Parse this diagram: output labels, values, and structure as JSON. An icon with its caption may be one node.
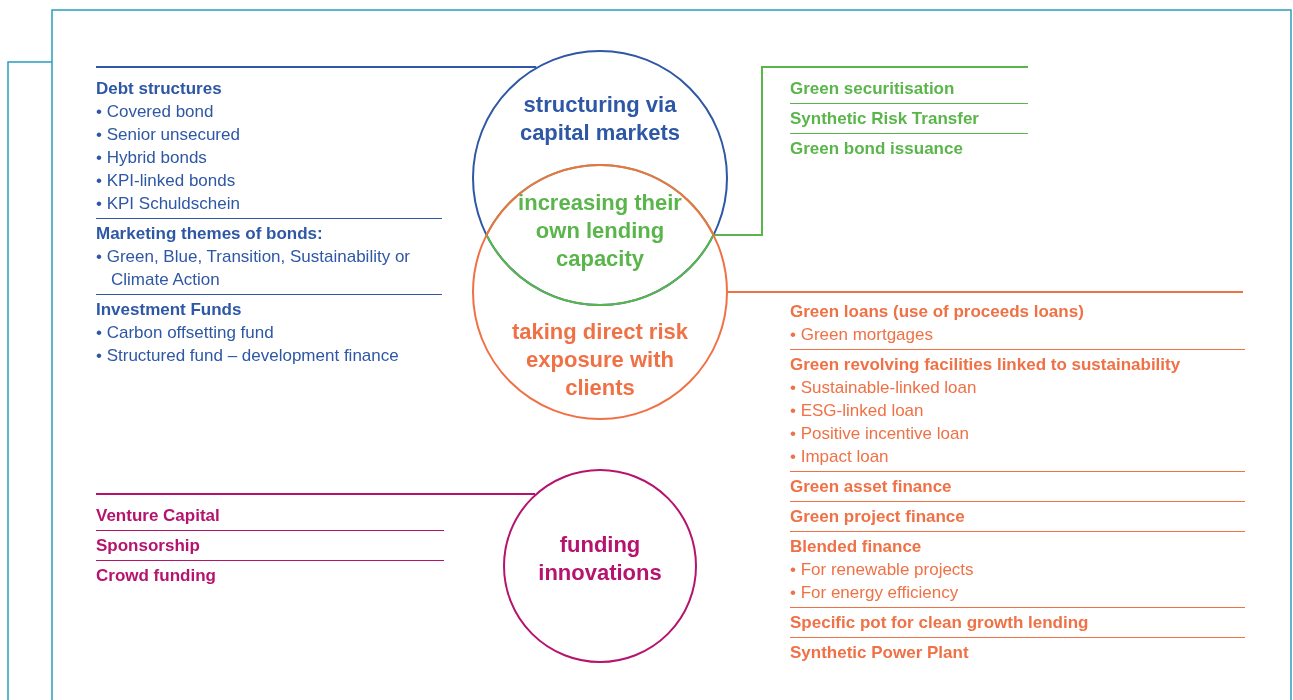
{
  "diagram": {
    "nodes": [
      {
        "text": [
          "Debt structures",
          "• Covered bond",
          "• Senior unsecured",
          "• Hybrid bonds",
          "• KPI-linked bonds",
          "• KPI Schuldschein",
          "Marketing themes of bonds:",
          "• Green, Blue, Transition, Sustainability or Climate Action",
          "Investment Funds",
          "• Carbon offsetting fund",
          "• Structured fund – development finance"
        ]
      },
      {
        "text": [
          "structuring via capital markets"
        ]
      },
      {
        "text": [
          "increasing their own lending capacity"
        ]
      },
      {
        "text": [
          "Green securitisation",
          "Synthetic Risk Transfer",
          "Green bond issuance"
        ]
      },
      {
        "text": [
          "taking direct risk exposure with clients"
        ]
      },
      {
        "text": [
          "Green loans (use of proceeds loans)",
          "• Green mortgages",
          "Green revolving facilities linked to sustainability",
          "• Sustainable-linked loan",
          "• ESG-linked loan",
          "• Positive incentive loan",
          "• Impact loan",
          "Green asset finance",
          "Green project finance",
          "Blended finance",
          "• For renewable projects",
          "• For energy efficiency",
          "Specific pot for clean growth lending",
          "Synthetic Power Plant"
        ]
      },
      {
        "text": [
          "Venture Capital",
          "Sponsorship",
          "Crowd funding"
        ]
      },
      {
        "text": [
          "funding innovations"
        ]
      }
    ],
    "edges": [
      {
        "from": 0,
        "to": 1,
        "arrow": "none",
        "color": "#2e57a5"
      },
      {
        "from": 2,
        "to": 3,
        "arrow": "none",
        "color": "#5ab54b"
      },
      {
        "from": 4,
        "to": 5,
        "arrow": "none",
        "color": "#ef7145"
      },
      {
        "from": 6,
        "to": 7,
        "arrow": "none",
        "color": "#b5136e"
      }
    ]
  }
}
